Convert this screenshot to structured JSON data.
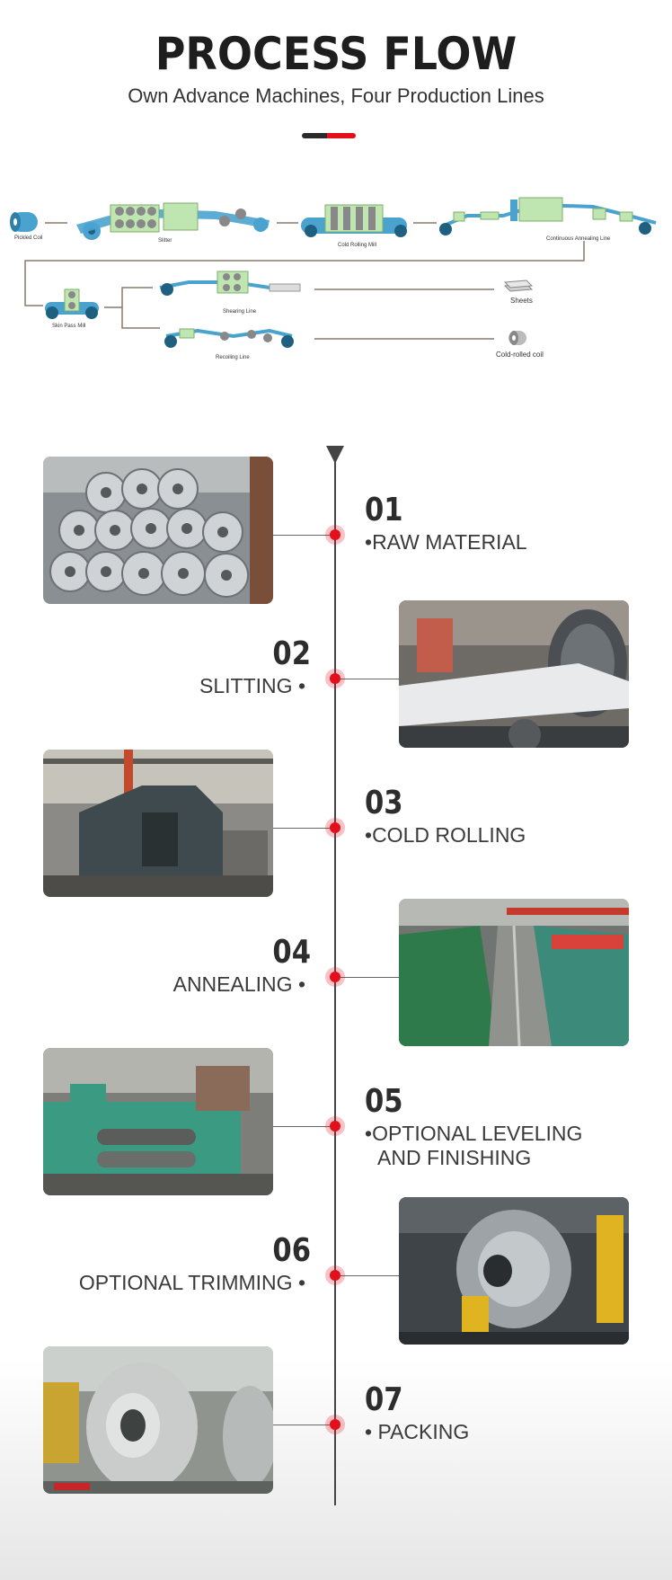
{
  "header": {
    "title": "PROCESS FLOW",
    "subtitle": "Own Advance Machines, Four Production Lines",
    "accent_dark": "#2a2a2a",
    "accent_red": "#e3101c"
  },
  "flow_diagram": {
    "labels": {
      "pickled_coil": "Pickled Coil",
      "slitter": "Slitter",
      "cold_rolling_mill": "Cold Rolling Mill",
      "continuous_annealing_line": "Continuous Annealing Line",
      "skin_pass_mill": "Skin Pass Mill",
      "shearing_line": "Shearing Line",
      "recoiling_line": "Recoiling Line",
      "sheets": "Sheets",
      "cold_rolled_coil": "Cold-rolled coil"
    },
    "machine_color": "#4aa3cf",
    "box_color": "#bfe5b0"
  },
  "steps": [
    {
      "number": "01",
      "bullet": "•",
      "label": "RAW MATERIAL",
      "label2": ""
    },
    {
      "number": "02",
      "bullet": "•",
      "label": "SLITTING",
      "label2": ""
    },
    {
      "number": "03",
      "bullet": "•",
      "label": "COLD ROLLING",
      "label2": ""
    },
    {
      "number": "04",
      "bullet": "•",
      "label": "ANNEALING",
      "label2": ""
    },
    {
      "number": "05",
      "bullet": "•",
      "label": "OPTIONAL LEVELING",
      "label2": "AND FINISHING"
    },
    {
      "number": "06",
      "bullet": "•",
      "label": "OPTIONAL TRIMMING",
      "label2": ""
    },
    {
      "number": "07",
      "bullet": "•",
      "label": "PACKING",
      "label2": ""
    }
  ],
  "photos": [
    {
      "subject": "stacked-steel-coils"
    },
    {
      "subject": "slitting-machine"
    },
    {
      "subject": "cold-rolling-mill"
    },
    {
      "subject": "annealing-line"
    },
    {
      "subject": "leveling-machine"
    },
    {
      "subject": "trimming-coil"
    },
    {
      "subject": "packed-coil"
    }
  ],
  "colors": {
    "timeline": "#444444",
    "dot": "#e3101c"
  }
}
